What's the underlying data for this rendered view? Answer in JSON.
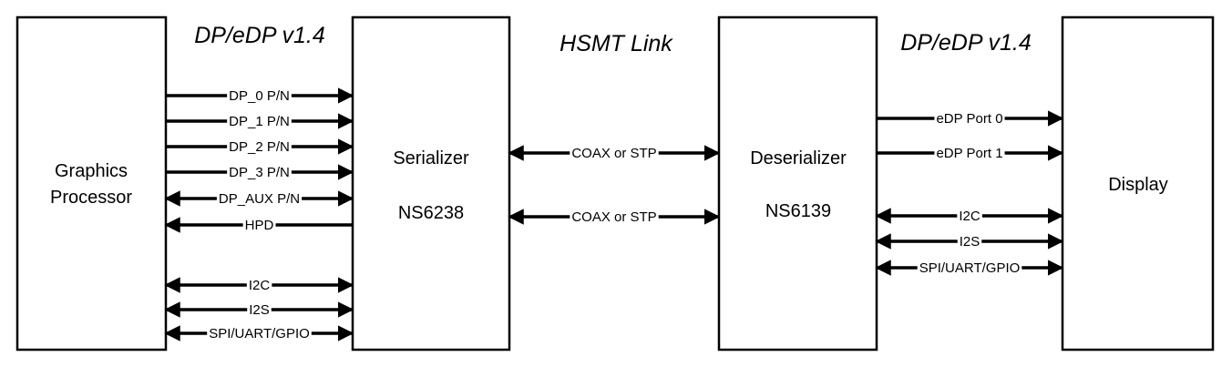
{
  "colors": {
    "line": "#000000",
    "background": "#ffffff"
  },
  "headings": {
    "left": "DP/eDP v1.4",
    "middle": "HSMT Link",
    "right": "DP/eDP v1.4"
  },
  "blocks": {
    "gpu": {
      "line1": "Graphics",
      "line2": "Processor"
    },
    "serializer": {
      "line1": "Serializer",
      "line2": "NS6238"
    },
    "deserializer": {
      "line1": "Deserializer",
      "line2": "NS6139"
    },
    "display": {
      "line1": "Display"
    }
  },
  "signals": {
    "gpu_ser": [
      {
        "label": "DP_0 P/N",
        "arrow": "right"
      },
      {
        "label": "DP_1 P/N",
        "arrow": "right"
      },
      {
        "label": "DP_2 P/N",
        "arrow": "right"
      },
      {
        "label": "DP_3 P/N",
        "arrow": "right"
      },
      {
        "label": "DP_AUX P/N",
        "arrow": "both"
      },
      {
        "label": "HPD",
        "arrow": "left"
      },
      {
        "label": "I2C",
        "arrow": "both"
      },
      {
        "label": "I2S",
        "arrow": "both"
      },
      {
        "label": "SPI/UART/GPIO",
        "arrow": "both"
      }
    ],
    "link": [
      {
        "label": "COAX or STP",
        "arrow": "both"
      },
      {
        "label": "COAX or STP",
        "arrow": "both"
      }
    ],
    "des_disp": [
      {
        "label": "eDP Port 0",
        "arrow": "right"
      },
      {
        "label": "eDP Port 1",
        "arrow": "right"
      },
      {
        "label": "I2C",
        "arrow": "both"
      },
      {
        "label": "I2S",
        "arrow": "both"
      },
      {
        "label": "SPI/UART/GPIO",
        "arrow": "both"
      }
    ]
  }
}
